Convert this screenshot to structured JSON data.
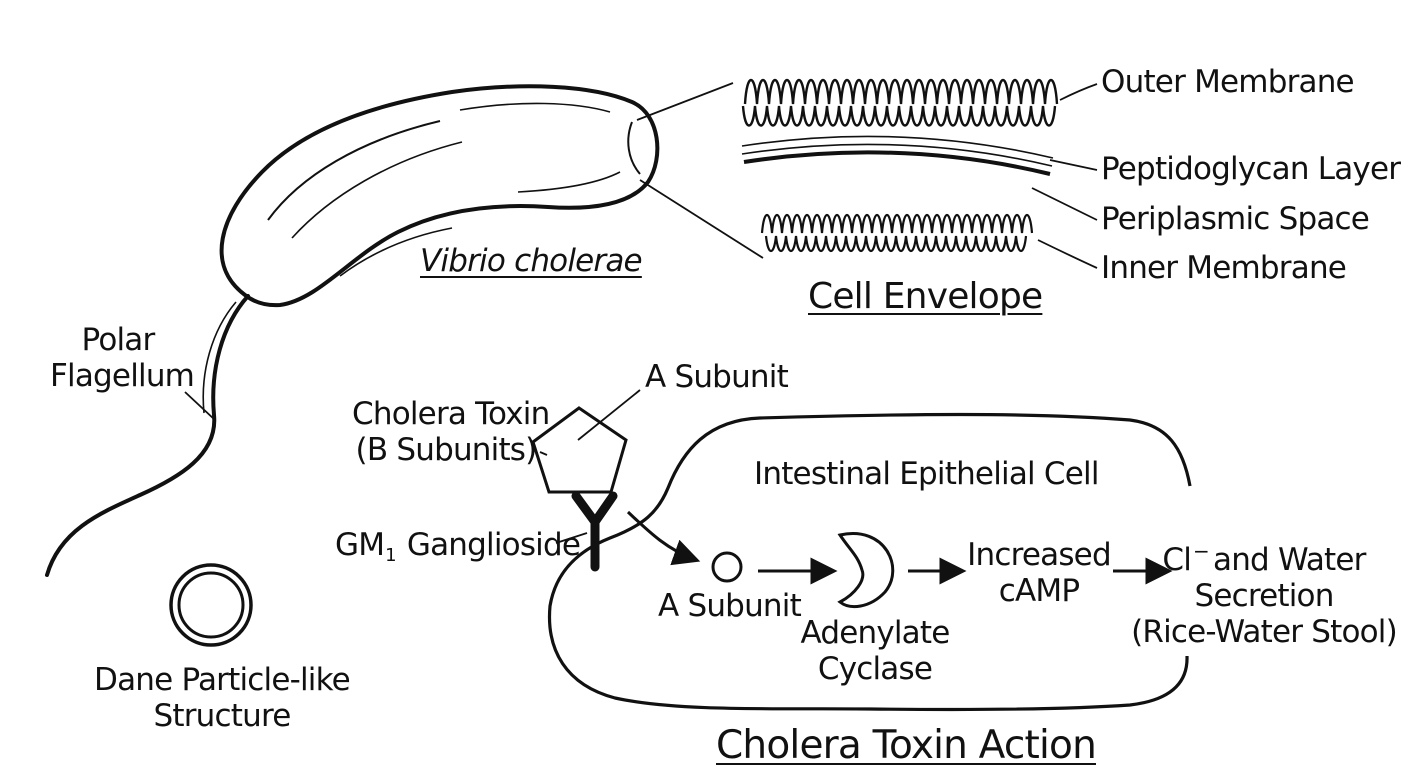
{
  "colors": {
    "ink": "#111111",
    "background": "#ffffff"
  },
  "bacterium": {
    "name": "Vibrio cholerae",
    "flagellum_line1": "Polar",
    "flagellum_line2": "Flagellum"
  },
  "envelope": {
    "title": "Cell Envelope",
    "layers": [
      "Outer Membrane",
      "Peptidoglycan Layer",
      "Periplasmic Space",
      "Inner Membrane"
    ]
  },
  "particle": {
    "line1": "Dane Particle-like",
    "line2": "Structure"
  },
  "toxin": {
    "title": "Cholera Toxin Action",
    "b_subunits_line1": "Cholera Toxin",
    "b_subunits_line2": "(B Subunits)",
    "a_subunit_top": "A Subunit",
    "receptor_prefix": "GM",
    "receptor_subscript": "1",
    "receptor_suffix": "Ganglioside",
    "cell_label": "Intestinal Epithelial Cell",
    "a_subunit_inside": "A Subunit",
    "enzyme_line1": "Adenylate",
    "enzyme_line2": "Cyclase",
    "camp_line1": "Increased",
    "camp_line2": "cAMP",
    "secretion_ion": "Cl",
    "secretion_charge": "−",
    "secretion_line1_rest": "and Water",
    "secretion_line2": "Secretion",
    "secretion_line3": "(Rice-Water Stool)"
  }
}
